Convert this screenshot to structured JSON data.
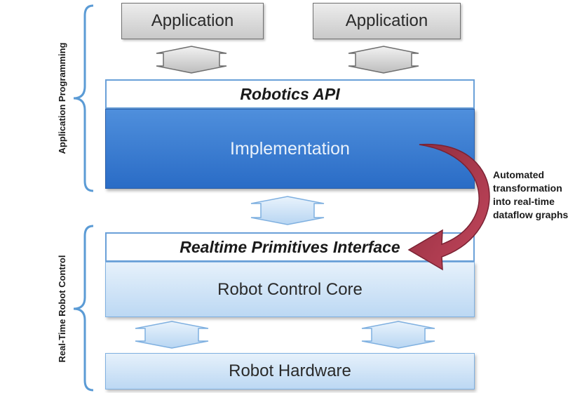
{
  "layers": {
    "applications": [
      "Application",
      "Application"
    ],
    "robotics_api": "Robotics API",
    "implementation": "Implementation",
    "rpi": "Realtime Primitives Interface",
    "rcc": "Robot Control Core",
    "hardware": "Robot Hardware"
  },
  "side_labels": {
    "top": "Application Programming",
    "bottom": "Real-Time Robot Control"
  },
  "annotation": [
    "Automated",
    "transformation",
    "into real-time",
    "dataflow graphs"
  ],
  "colors": {
    "app_fill": "#d9d9d9",
    "impl_fill": "#3a7bd5",
    "light_fill": "#cfe3f7",
    "bracket": "#5b9bd5",
    "curved_arrow": "#a93a4e"
  }
}
